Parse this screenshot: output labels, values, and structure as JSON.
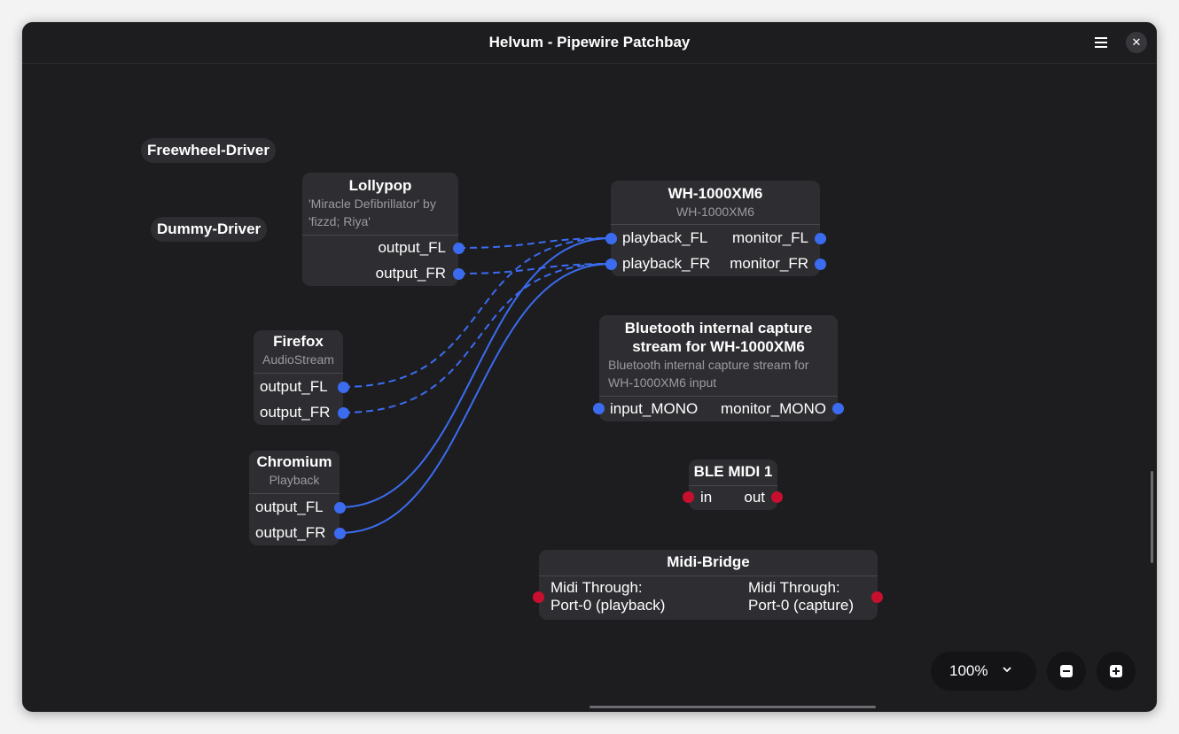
{
  "window": {
    "title": "Helvum - Pipewire Patchbay",
    "menu_icon": "hamburger-menu-icon",
    "close_icon": "close-icon",
    "close_glyph": "✕"
  },
  "colors": {
    "audio_port": "#3b6cf0",
    "midi_port": "#c8102e",
    "node_bg": "#2e2e32",
    "canvas_bg": "#1d1d20"
  },
  "nodes": {
    "freewheel": {
      "title": "Freewheel-Driver"
    },
    "dummy": {
      "title": "Dummy-Driver"
    },
    "lollypop": {
      "title": "Lollypop",
      "subtitle_line1": "'Miracle Defibrillator' by",
      "subtitle_line2": "'fizzd; Riya'",
      "outputs": [
        "output_FL",
        "output_FR"
      ]
    },
    "firefox": {
      "title": "Firefox",
      "subtitle": "AudioStream",
      "outputs": [
        "output_FL",
        "output_FR"
      ]
    },
    "chromium": {
      "title": "Chromium",
      "subtitle": "Playback",
      "outputs": [
        "output_FL",
        "output_FR"
      ]
    },
    "wh1000xm6": {
      "title": "WH-1000XM6",
      "subtitle": "WH-1000XM6",
      "inputs": [
        "playback_FL",
        "playback_FR"
      ],
      "outputs": [
        "monitor_FL",
        "monitor_FR"
      ]
    },
    "bt_capture": {
      "title_line1": "Bluetooth internal capture",
      "title_line2": "stream for WH-1000XM6",
      "subtitle_line1": "Bluetooth internal capture stream for",
      "subtitle_line2": "WH-1000XM6 input",
      "inputs": [
        "input_MONO"
      ],
      "outputs": [
        "monitor_MONO"
      ]
    },
    "ble_midi": {
      "title": "BLE MIDI 1",
      "inputs": [
        "in"
      ],
      "outputs": [
        "out"
      ]
    },
    "midi_bridge": {
      "title": "Midi-Bridge",
      "input_line1": "Midi Through:",
      "input_line2": "Port-0 (playback)",
      "output_line1": "Midi Through:",
      "output_line2": "Port-0 (capture)"
    }
  },
  "links": [
    {
      "from": "Lollypop output_FL",
      "to": "WH-1000XM6 playback_FL",
      "style": "dashed"
    },
    {
      "from": "Lollypop output_FR",
      "to": "WH-1000XM6 playback_FR",
      "style": "dashed"
    },
    {
      "from": "Firefox output_FL",
      "to": "WH-1000XM6 playback_FL",
      "style": "dashed"
    },
    {
      "from": "Firefox output_FR",
      "to": "WH-1000XM6 playback_FR",
      "style": "dashed"
    },
    {
      "from": "Chromium output_FL",
      "to": "WH-1000XM6 playback_FL",
      "style": "solid"
    },
    {
      "from": "Chromium output_FR",
      "to": "WH-1000XM6 playback_FR",
      "style": "solid"
    }
  ],
  "zoom": {
    "level": "100%",
    "dropdown_icon": "chevron-down-icon",
    "zoom_out_icon": "zoom-out-icon",
    "zoom_in_icon": "zoom-in-icon"
  }
}
